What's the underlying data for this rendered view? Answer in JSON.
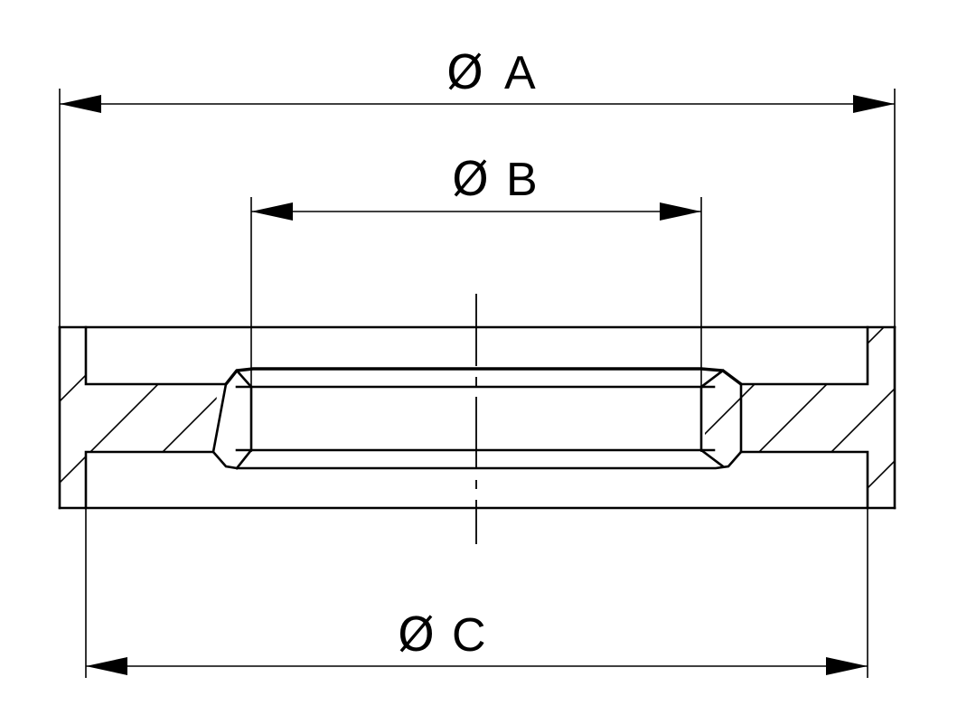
{
  "dimensions": {
    "a": {
      "symbol": "Ø",
      "label": "A"
    },
    "b": {
      "symbol": "Ø",
      "label": "B"
    },
    "c": {
      "symbol": "Ø",
      "label": "C"
    }
  },
  "colors": {
    "line": "#000000",
    "background": "#ffffff"
  }
}
